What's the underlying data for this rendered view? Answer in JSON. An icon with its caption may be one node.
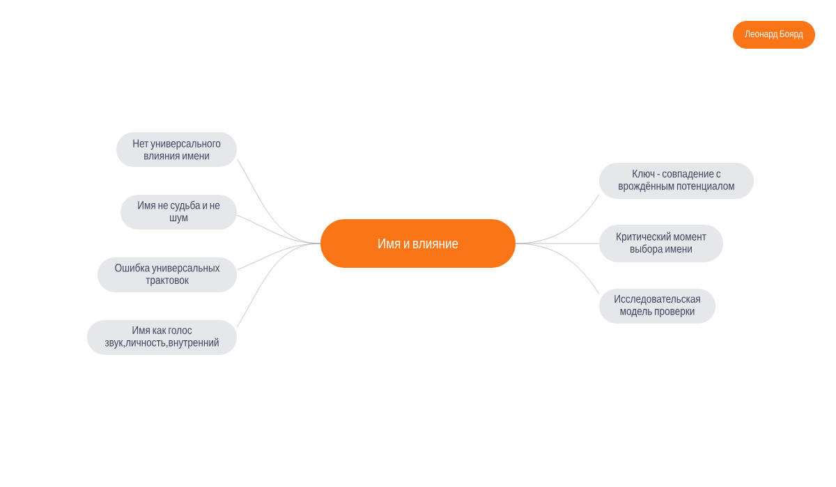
{
  "diagram": {
    "nodes": [
      {
        "text": [
          "Имя и влияние"
        ]
      },
      {
        "text": [
          "Нет универсального влияния имени"
        ]
      },
      {
        "text": [
          "Имя не судьба и не шум"
        ]
      },
      {
        "text": [
          "Ошибка универсальных трактовок"
        ]
      },
      {
        "text": [
          "Имя как голос звук,личность,внутренний"
        ]
      },
      {
        "text": [
          "Ключ - совпадение с врождённым потенциалом"
        ]
      },
      {
        "text": [
          "Критический момент выбора имени"
        ]
      },
      {
        "text": [
          "Исследовательская модель проверки"
        ]
      },
      {
        "text": [
          "Леонард Боярд"
        ]
      }
    ],
    "edges": [
      {
        "from": 0,
        "to": 1,
        "arrow": "none"
      },
      {
        "from": 0,
        "to": 2,
        "arrow": "none"
      },
      {
        "from": 0,
        "to": 3,
        "arrow": "none"
      },
      {
        "from": 0,
        "to": 4,
        "arrow": "none"
      },
      {
        "from": 0,
        "to": 5,
        "arrow": "none"
      },
      {
        "from": 0,
        "to": 6,
        "arrow": "none"
      },
      {
        "from": 0,
        "to": 7,
        "arrow": "none"
      }
    ]
  }
}
